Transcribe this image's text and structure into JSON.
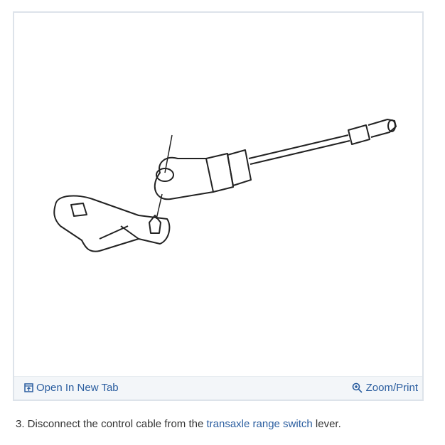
{
  "figure": {
    "open_tab_label": "Open In New Tab",
    "zoom_label": "Zoom/Print",
    "open_tab_icon": "open-in-new-tab-icon",
    "zoom_icon": "magnifier-plus-icon"
  },
  "caption": {
    "prefix": "3. Disconnect the control cable from the ",
    "link": "transaxle range switch",
    "suffix": " lever."
  },
  "colors": {
    "link": "#2a5d9f",
    "text": "#333333"
  }
}
